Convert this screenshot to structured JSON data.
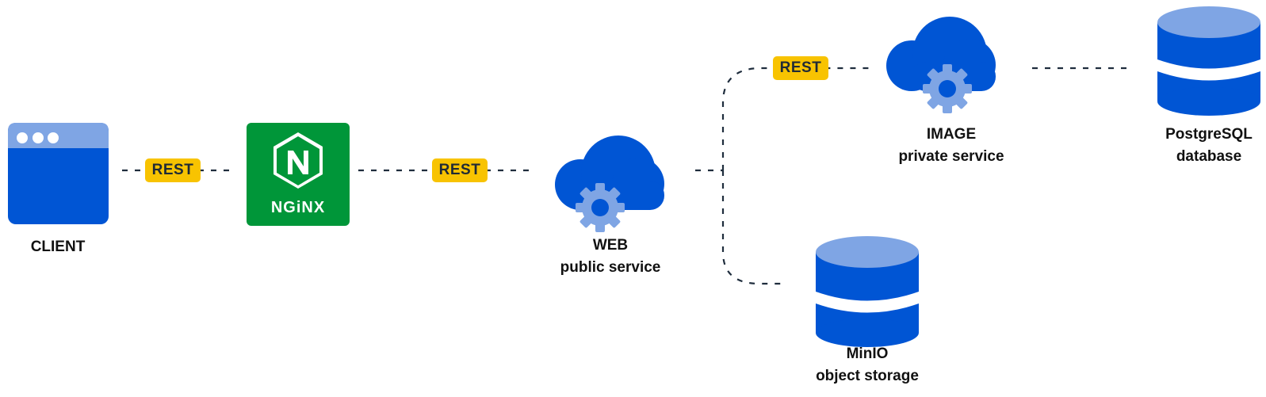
{
  "colors": {
    "primary_blue": "#0055d4",
    "light_blue": "#7fa5e4",
    "nginx_green": "#009639",
    "rest_yellow": "#f8c301",
    "connector": "#1f2d3d"
  },
  "nodes": {
    "client": {
      "label": "CLIENT",
      "icon": "browser-window-icon"
    },
    "nginx": {
      "logo_text": "NGiNX",
      "logo_letter": "N",
      "icon": "nginx-logo-icon"
    },
    "web": {
      "title": "WEB",
      "subtitle": "public service",
      "icon": "cloud-gear-icon"
    },
    "image": {
      "title": "IMAGE",
      "subtitle": "private service",
      "icon": "cloud-gear-icon"
    },
    "postgres": {
      "title": "PostgreSQL",
      "subtitle": "database",
      "icon": "database-icon"
    },
    "minio": {
      "title": "MinIO",
      "subtitle": "object storage",
      "icon": "database-icon"
    }
  },
  "edges": {
    "client_nginx": "REST",
    "nginx_web": "REST",
    "web_image": "REST"
  }
}
